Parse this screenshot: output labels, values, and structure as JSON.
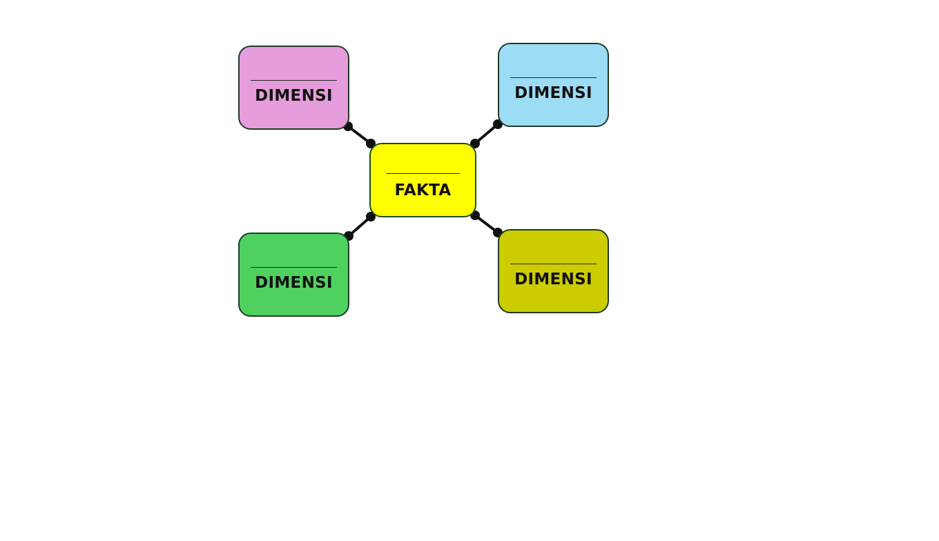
{
  "diagram": {
    "center": {
      "label": "FAKTA",
      "color": "#ffff00"
    },
    "dimensions": [
      {
        "id": "top-left",
        "label": "DIMENSI",
        "color": "#e69ddc"
      },
      {
        "id": "top-right",
        "label": "DIMENSI",
        "color": "#9ddcf5"
      },
      {
        "id": "bottom-left",
        "label": "DIMENSI",
        "color": "#4fd160"
      },
      {
        "id": "bottom-right",
        "label": "DIMENSI",
        "color": "#cccc00"
      }
    ],
    "connector_color": "#111111"
  }
}
